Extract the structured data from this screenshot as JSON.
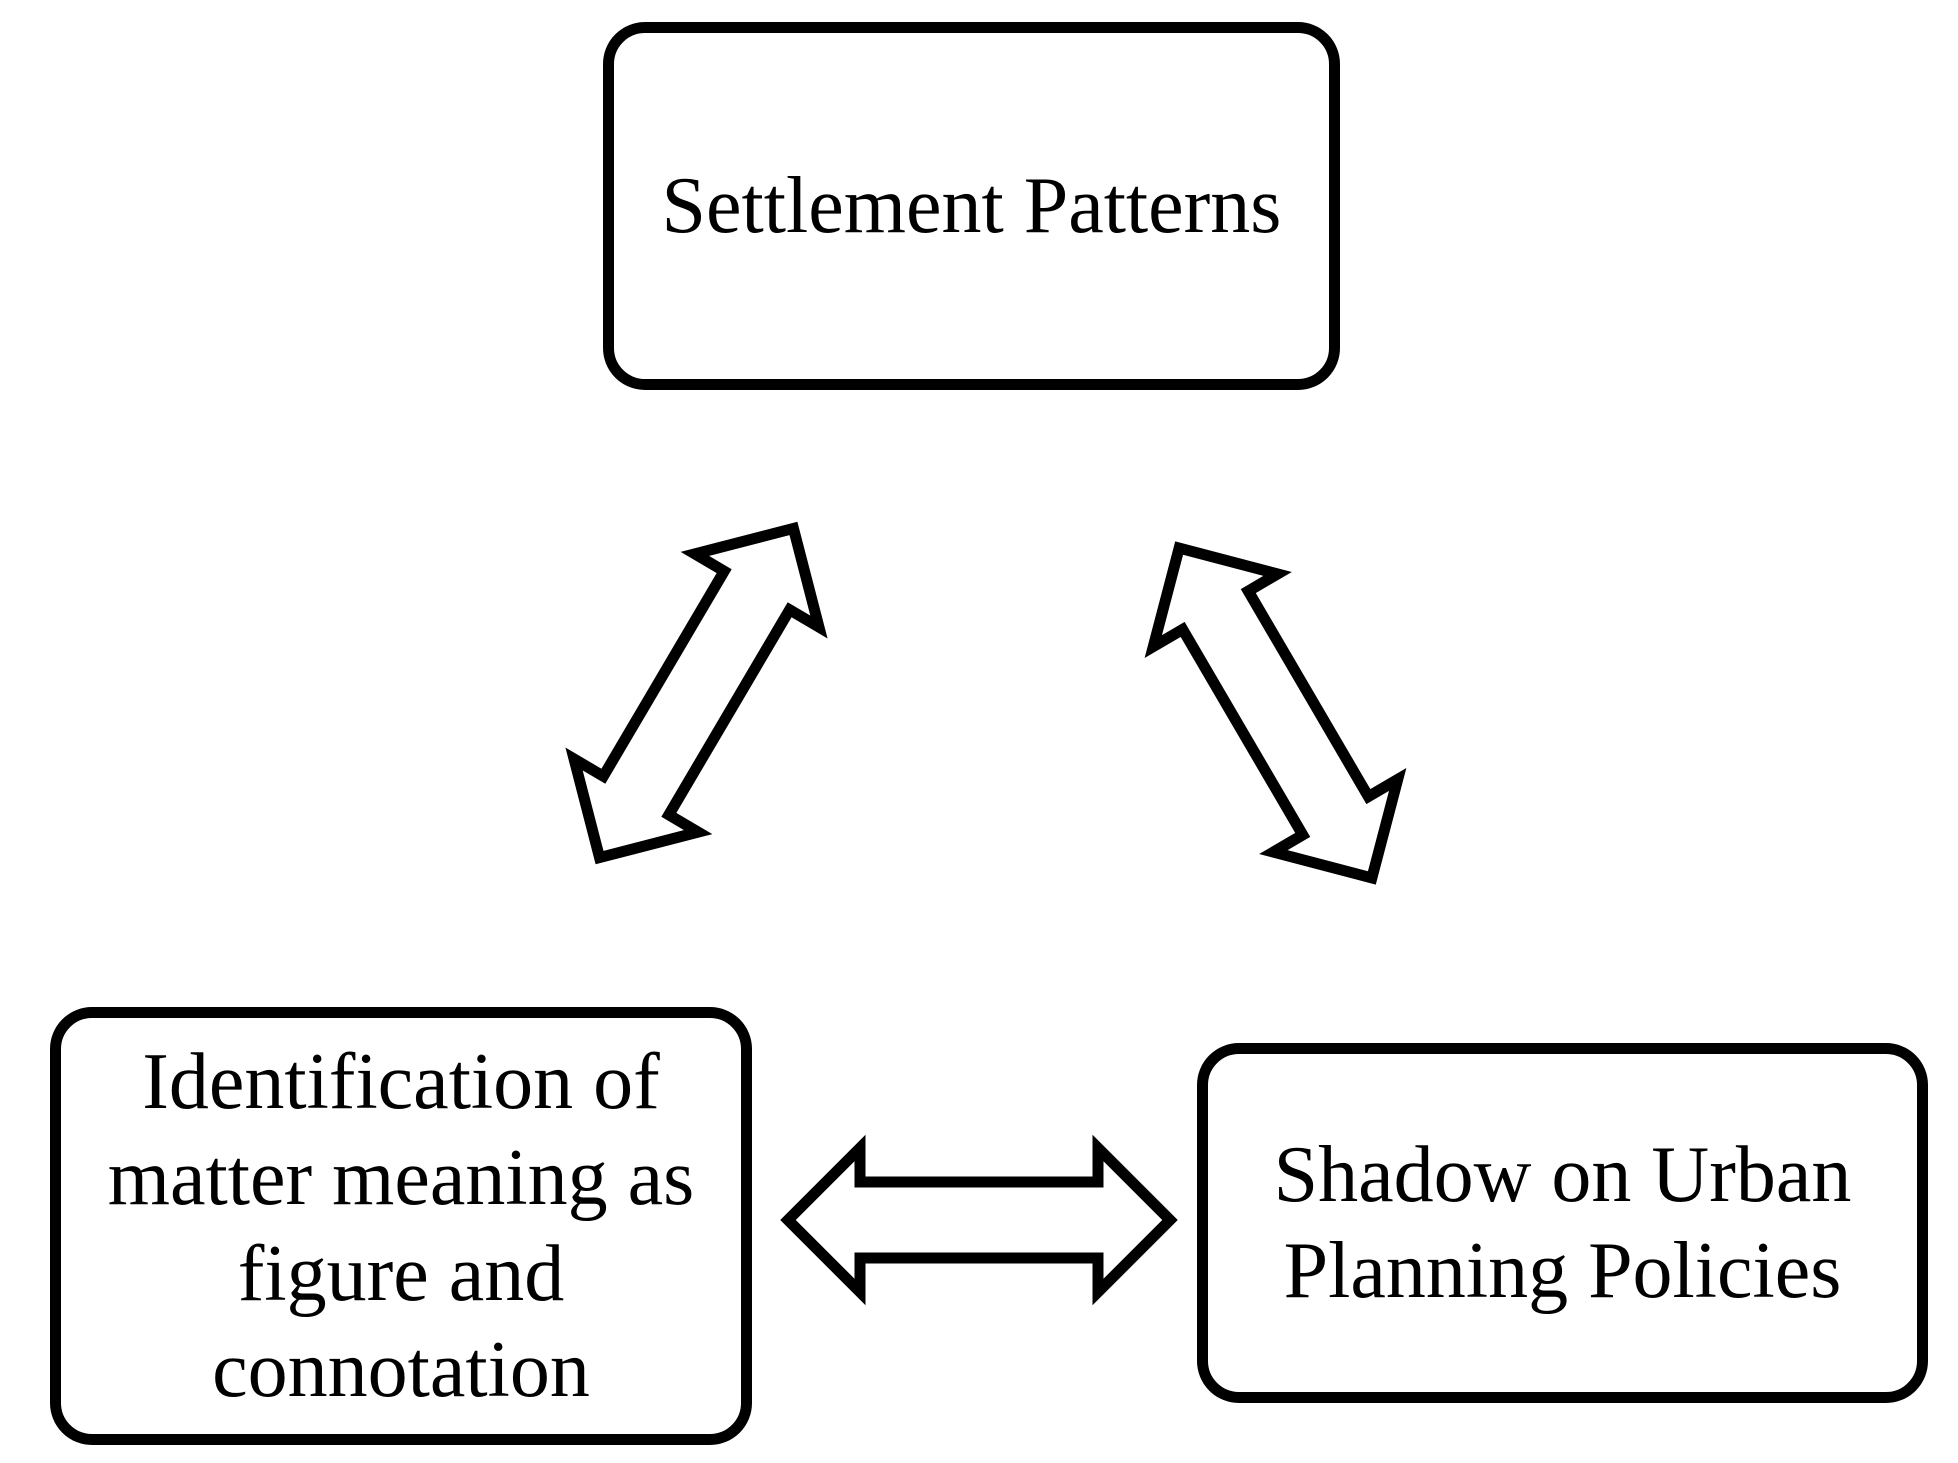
{
  "diagram": {
    "background_color": "#ffffff",
    "line_color": "#000000",
    "nodes": [
      {
        "id": "settlement-patterns",
        "label": "Settlement Patterns",
        "lines": [
          "Settlement Patterns"
        ],
        "position": "top-center"
      },
      {
        "id": "identification-of-matter-meaning",
        "label": "Identification of matter meaning as figure and connotation",
        "lines": [
          "Identification of",
          "matter meaning as",
          "figure and",
          "connotation"
        ],
        "position": "bottom-left"
      },
      {
        "id": "shadow-on-urban-planning-policies",
        "label": "Shadow on Urban Planning Policies",
        "lines": [
          "Shadow on Urban",
          "Planning Policies"
        ],
        "position": "bottom-right"
      }
    ],
    "edges": [
      {
        "from": "settlement-patterns",
        "to": "identification-of-matter-meaning",
        "style": "outlined-double-headed-arrow",
        "bidirectional": true
      },
      {
        "from": "settlement-patterns",
        "to": "shadow-on-urban-planning-policies",
        "style": "outlined-double-headed-arrow",
        "bidirectional": true
      },
      {
        "from": "identification-of-matter-meaning",
        "to": "shadow-on-urban-planning-policies",
        "style": "outlined-double-headed-arrow",
        "bidirectional": true
      }
    ]
  }
}
